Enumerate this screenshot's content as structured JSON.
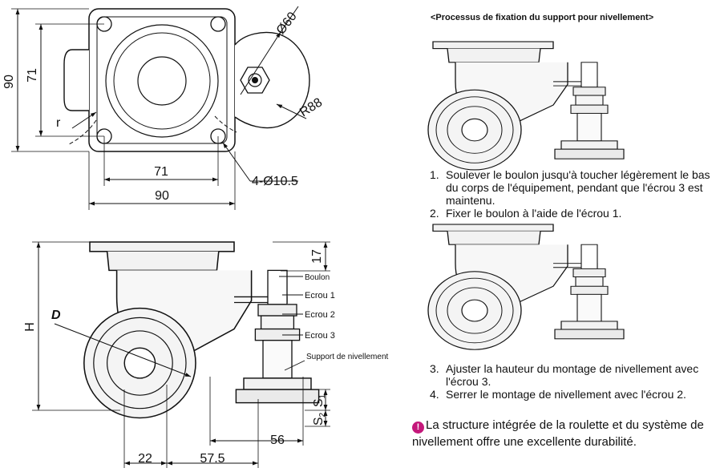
{
  "dimensions": {
    "plate_height": "90",
    "hole_pitch_vertical": "71",
    "wheel_diameter": "Ø60",
    "swivel_radius": "R88",
    "offset_radius": "r",
    "hole_pitch_horizontal": "71",
    "plate_width": "90",
    "mounting_holes": "4-Ø10.5",
    "bolt_height": "17",
    "overall_height": "H",
    "wheel_mark": "D",
    "stroke_1": "S",
    "stroke_1_sub": "1",
    "stroke_2": "S",
    "stroke_2_sub": "2",
    "pad_diameter": "56",
    "offset": "22",
    "center_distance": "57.5"
  },
  "labels": {
    "bolt": "Boulon",
    "nut_1": "Ecrou 1",
    "nut_2": "Ecrou 2",
    "nut_3": "Ecrou 3",
    "leveling_mount": "Support de nivellement"
  },
  "process": {
    "title": "<Processus de fixation du support pour nivellement>",
    "steps_a": [
      {
        "num": "1.",
        "text": "Soulever le boulon jusqu'à toucher légèrement le bas du corps de l'équipement, pendant que l'écrou 3 est maintenu."
      },
      {
        "num": "2.",
        "text": "Fixer le boulon à l'aide de l'écrou 1."
      }
    ],
    "steps_b": [
      {
        "num": "3.",
        "text": "Ajuster la hauteur du montage de nivellement avec l'écrou 3."
      },
      {
        "num": "4.",
        "text": "Serrer le montage de nivellement avec l'écrou 2."
      }
    ]
  },
  "note": {
    "icon": "lightbulb-icon",
    "text": "La structure intégrée de la roulette et du système de nivellement offre une excellente durabilité."
  },
  "colors": {
    "line": "#111111",
    "part_fill": "#f2f2f2",
    "mark_blue": "#1a8fd6",
    "note_icon": "#c4177a"
  }
}
